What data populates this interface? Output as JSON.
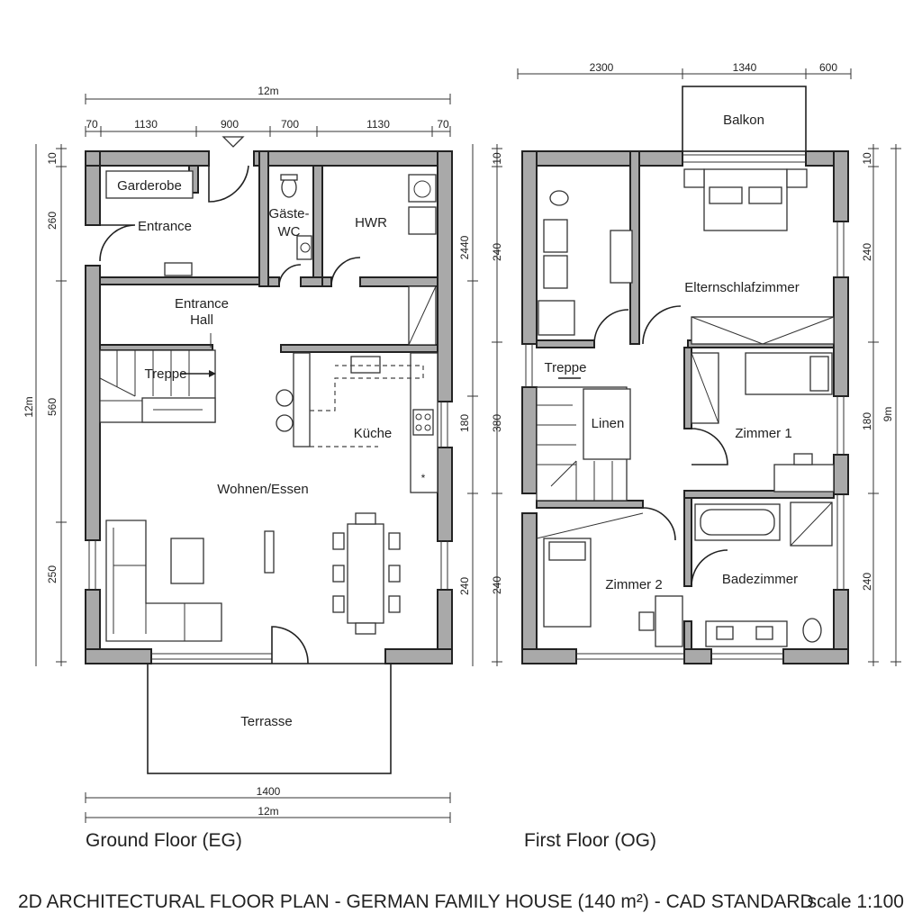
{
  "title": "2D ARCHITECTURAL FLOOR PLAN - GERMAN FAMILY HOUSE (140 m²) - CAD STANDARD",
  "scale": "scale 1:100",
  "ground_floor": {
    "caption": "Ground Floor (EG)",
    "rooms": {
      "garderobe": "Garderobe",
      "entrance": "Entrance",
      "gaeste_wc_1": "Gäste-",
      "gaeste_wc_2": "WC",
      "hwr": "HWR",
      "entrance_hall_1": "Entrance",
      "entrance_hall_2": "Hall",
      "treppe": "Treppe",
      "kueche": "Küche",
      "wohnen_essen": "Wohnen/Essen",
      "terrasse": "Terrasse"
    },
    "dims": {
      "overall_top": "12m",
      "segments_top": [
        "70",
        "1130",
        "900",
        "700",
        "1130",
        "70"
      ],
      "left": [
        "10",
        "260",
        "560",
        "250"
      ],
      "left_total": "12m",
      "right": [
        "2440",
        "180",
        "240"
      ],
      "bottom_1": "1400",
      "bottom_2": "12m"
    }
  },
  "first_floor": {
    "caption": "First Floor (OG)",
    "rooms": {
      "balkon": "Balkon",
      "elternschlafzimmer": "Elternschlafzimmer",
      "treppe": "Treppe",
      "linen": "Linen",
      "zimmer1": "Zimmer 1",
      "zimmer2": "Zimmer 2",
      "badezimmer": "Badezimmer"
    },
    "dims": {
      "top": [
        "2300",
        "1340",
        "600"
      ],
      "left": [
        "10",
        "240",
        "380",
        "240"
      ],
      "right": [
        "10",
        "240",
        "180",
        "240"
      ],
      "right_total": "9m"
    }
  }
}
